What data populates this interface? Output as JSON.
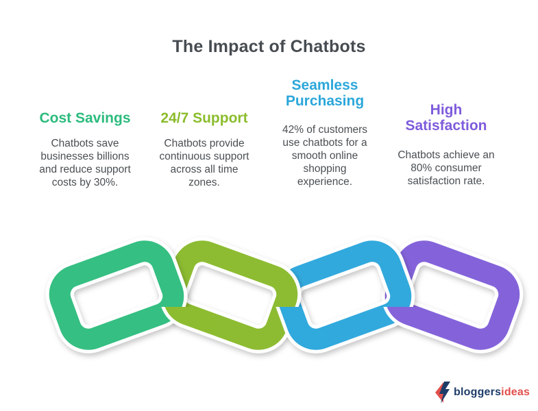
{
  "title": "The Impact of Chatbots",
  "text_colors": {
    "title": "#474c51",
    "body": "#4a4f53"
  },
  "columns": [
    {
      "heading": "Cost Savings",
      "body": "Chatbots save\nbusinesses billions\nand reduce support\ncosts by 30%.",
      "color": "#2bbb7d"
    },
    {
      "heading": "24/7 Support",
      "body": "Chatbots provide\ncontinuous support\nacross all time\nzones.",
      "color": "#8bbc2c"
    },
    {
      "heading": "Seamless\nPurchasing",
      "body": "42% of customers\nuse chatbots for a\nsmooth online\nshopping\nexperience.",
      "color": "#2ba7da"
    },
    {
      "heading": "High\nSatisfaction",
      "body": "Chatbots achieve an\n80% consumer\nsatisfaction rate.",
      "color": "#7e5bdb"
    }
  ],
  "chain": {
    "description": "four interlocked chain links",
    "link_colors": [
      "#34bf82",
      "#8dbc30",
      "#30a9dd",
      "#8463da"
    ]
  },
  "logo": {
    "part1": "bloggers",
    "part2": "ideas",
    "navy": "#1e3c68",
    "red": "#e2504c"
  }
}
